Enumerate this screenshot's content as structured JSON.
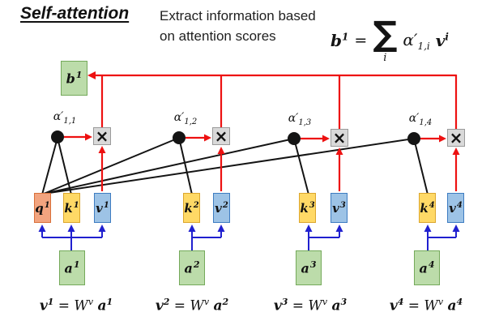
{
  "header": {
    "title": "Self-attention",
    "subtitle_line1": "Extract information based",
    "subtitle_line2": "on attention scores"
  },
  "formula": {
    "lhs_base": "b",
    "lhs_sup": "1",
    "equals": "=",
    "sum": "∑",
    "sum_sub": "i",
    "alpha_base": "α′",
    "alpha_sub": "1,i",
    "v_base": "v",
    "v_sup": "i"
  },
  "times_symbol": "×",
  "alphas": [
    {
      "base": "α′",
      "sub": "1,1"
    },
    {
      "base": "α′",
      "sub": "1,2"
    },
    {
      "base": "α′",
      "sub": "1,3"
    },
    {
      "base": "α′",
      "sub": "1,4"
    }
  ],
  "nodes": {
    "b1": {
      "base": "b",
      "sup": "1"
    },
    "q1": {
      "base": "q",
      "sup": "1"
    },
    "k1": {
      "base": "k",
      "sup": "1"
    },
    "v1": {
      "base": "v",
      "sup": "1"
    },
    "k2": {
      "base": "k",
      "sup": "2"
    },
    "v2": {
      "base": "v",
      "sup": "2"
    },
    "k3": {
      "base": "k",
      "sup": "3"
    },
    "v3": {
      "base": "v",
      "sup": "3"
    },
    "k4": {
      "base": "k",
      "sup": "4"
    },
    "v4": {
      "base": "v",
      "sup": "4"
    },
    "a1": {
      "base": "a",
      "sup": "1"
    },
    "a2": {
      "base": "a",
      "sup": "2"
    },
    "a3": {
      "base": "a",
      "sup": "3"
    },
    "a4": {
      "base": "a",
      "sup": "4"
    }
  },
  "bottom_formulas": [
    {
      "v": "v",
      "v_sup": "1",
      "eq": "= W",
      "w_sup": "v",
      "a": "a",
      "a_sup": "1"
    },
    {
      "v": "v",
      "v_sup": "2",
      "eq": "= W",
      "w_sup": "v",
      "a": "a",
      "a_sup": "2"
    },
    {
      "v": "v",
      "v_sup": "3",
      "eq": "= W",
      "w_sup": "v",
      "a": "a",
      "a_sup": "3"
    },
    {
      "v": "v",
      "v_sup": "4",
      "eq": "= W",
      "w_sup": "v",
      "a": "a",
      "a_sup": "4"
    }
  ],
  "colors": {
    "red_arrow": "#ed1111",
    "blue_arrow": "#2020cf",
    "black_line": "#141414",
    "green_box_fill": "#bcdcaa",
    "green_box_border": "#74a95a",
    "query_box_fill": "#f2a47f",
    "query_box_border": "#d9703a",
    "key_box_fill": "#ffd966",
    "key_box_border": "#dca62e",
    "value_box_fill": "#9dc3e6",
    "value_box_border": "#3e7cc1",
    "multiply_box_fill": "#d9d9d9",
    "multiply_box_border": "#9a9a9a"
  }
}
